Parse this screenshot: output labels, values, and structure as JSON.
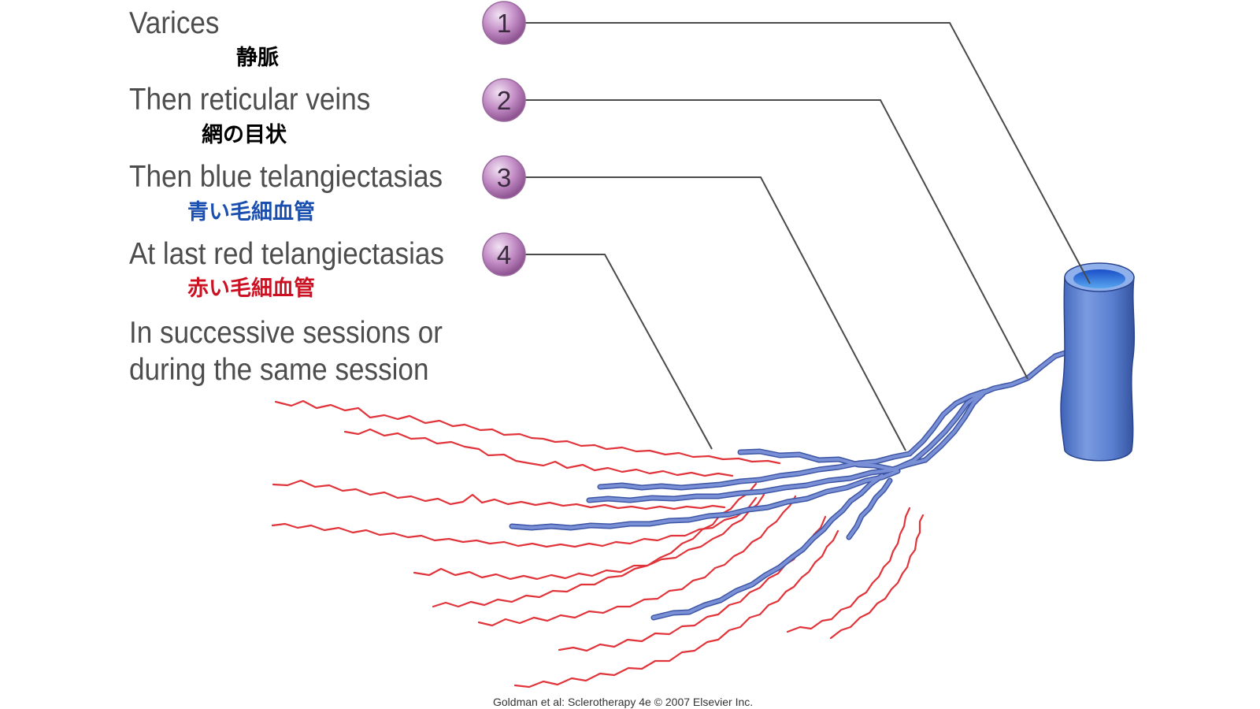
{
  "steps": [
    {
      "number": "1",
      "title": "Varices",
      "subtitle": "静脈",
      "subtitle_color": "#000000"
    },
    {
      "number": "2",
      "title": "Then reticular veins",
      "subtitle": "網の目状",
      "subtitle_color": "#000000"
    },
    {
      "number": "3",
      "title": "Then blue telangiectasias",
      "subtitle": "青い毛細血管",
      "subtitle_color": "#1a4fb0"
    },
    {
      "number": "4",
      "title": "At last red telangiectasias",
      "subtitle": "赤い毛細血管",
      "subtitle_color": "#cc1122"
    }
  ],
  "note": {
    "line1": "In successive sessions or",
    "line2": "during the same session"
  },
  "credit": "Goldman et al: Sclerotherapy 4e © 2007 Elsevier Inc.",
  "colors": {
    "badge": "#c28cc5",
    "vein_blue": "#6f86cf",
    "vein_edge": "#3d55a5",
    "red_vessel": "#e0343a",
    "leader": "#4a4a4a"
  }
}
